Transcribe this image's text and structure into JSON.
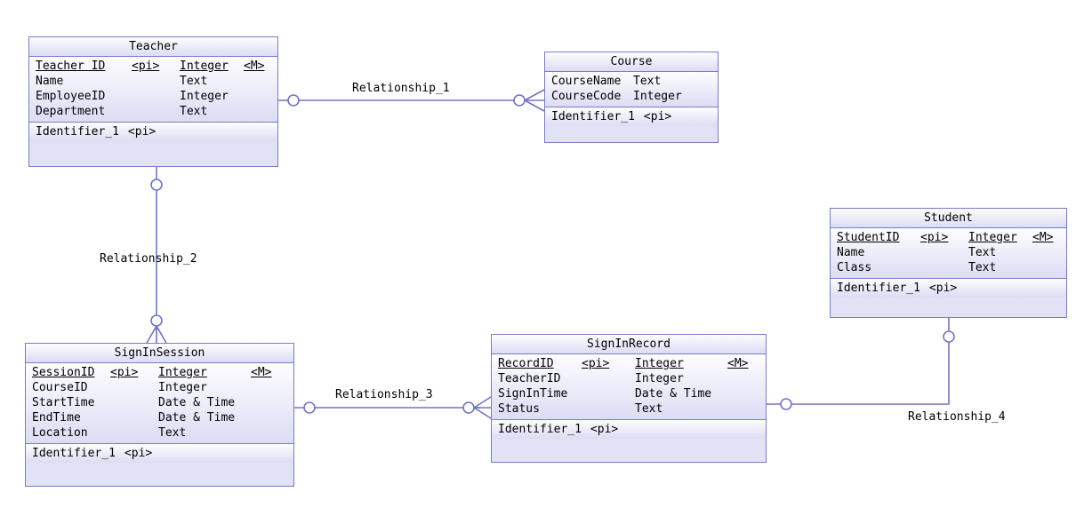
{
  "diagram": {
    "type": "entity-relationship-diagram",
    "background_color": "#ffffff",
    "entity_border_color": "#7b7bc8",
    "entity_fill_color": "#dcdcf4",
    "connector_color": "#7373c6"
  },
  "entities": [
    {
      "id": "teacher",
      "name": "Teacher",
      "attributes": [
        {
          "name": "Teacher ID",
          "pi": "<pi>",
          "type": "Integer",
          "mandatory": "<M>",
          "primary": true
        },
        {
          "name": "Name",
          "pi": "",
          "type": "Text",
          "mandatory": "",
          "primary": false
        },
        {
          "name": "EmployeeID",
          "pi": "",
          "type": "Integer",
          "mandatory": "",
          "primary": false
        },
        {
          "name": "Department",
          "pi": "",
          "type": "Text",
          "mandatory": "",
          "primary": false
        }
      ],
      "identifier": "Identifier_1",
      "identifier_pi": "<pi>"
    },
    {
      "id": "course",
      "name": "Course",
      "attributes": [
        {
          "name": "CourseName",
          "pi": "",
          "type": "Text",
          "mandatory": "",
          "primary": false
        },
        {
          "name": "CourseCode",
          "pi": "",
          "type": "Integer",
          "mandatory": "",
          "primary": false
        }
      ],
      "identifier": "Identifier_1",
      "identifier_pi": "<pi>"
    },
    {
      "id": "student",
      "name": "Student",
      "attributes": [
        {
          "name": "StudentID",
          "pi": "<pi>",
          "type": "Integer",
          "mandatory": "<M>",
          "primary": true
        },
        {
          "name": "Name",
          "pi": "",
          "type": "Text",
          "mandatory": "",
          "primary": false
        },
        {
          "name": "Class",
          "pi": "",
          "type": "Text",
          "mandatory": "",
          "primary": false
        }
      ],
      "identifier": "Identifier_1",
      "identifier_pi": "<pi>"
    },
    {
      "id": "signinsession",
      "name": "SignInSession",
      "attributes": [
        {
          "name": "SessionID",
          "pi": "<pi>",
          "type": "Integer",
          "mandatory": "<M>",
          "primary": true
        },
        {
          "name": "CourseID",
          "pi": "",
          "type": "Integer",
          "mandatory": "",
          "primary": false
        },
        {
          "name": "StartTime",
          "pi": "",
          "type": "Date & Time",
          "mandatory": "",
          "primary": false
        },
        {
          "name": "EndTime",
          "pi": "",
          "type": "Date & Time",
          "mandatory": "",
          "primary": false
        },
        {
          "name": "Location",
          "pi": "",
          "type": "Text",
          "mandatory": "",
          "primary": false
        }
      ],
      "identifier": "Identifier_1",
      "identifier_pi": "<pi>"
    },
    {
      "id": "signinrecord",
      "name": "SignInRecord",
      "attributes": [
        {
          "name": "RecordID",
          "pi": "<pi>",
          "type": "Integer",
          "mandatory": "<M>",
          "primary": true
        },
        {
          "name": "TeacherID",
          "pi": "",
          "type": "Integer",
          "mandatory": "",
          "primary": false
        },
        {
          "name": "SignInTime",
          "pi": "",
          "type": "Date & Time",
          "mandatory": "",
          "primary": false
        },
        {
          "name": "Status",
          "pi": "",
          "type": "Text",
          "mandatory": "",
          "primary": false
        }
      ],
      "identifier": "Identifier_1",
      "identifier_pi": "<pi>"
    }
  ],
  "relationships": [
    {
      "id": "rel1",
      "label": "Relationship_1",
      "from": "Teacher",
      "to": "Course",
      "from_cardinality": "optional-one",
      "to_cardinality": "optional-many"
    },
    {
      "id": "rel2",
      "label": "Relationship_2",
      "from": "Teacher",
      "to": "SignInSession",
      "from_cardinality": "optional-one",
      "to_cardinality": "optional-many"
    },
    {
      "id": "rel3",
      "label": "Relationship_3",
      "from": "SignInSession",
      "to": "SignInRecord",
      "from_cardinality": "optional-one",
      "to_cardinality": "optional-many"
    },
    {
      "id": "rel4",
      "label": "Relationship_4",
      "from": "SignInRecord",
      "to": "Student",
      "from_cardinality": "optional-one",
      "to_cardinality": "optional-one"
    }
  ]
}
